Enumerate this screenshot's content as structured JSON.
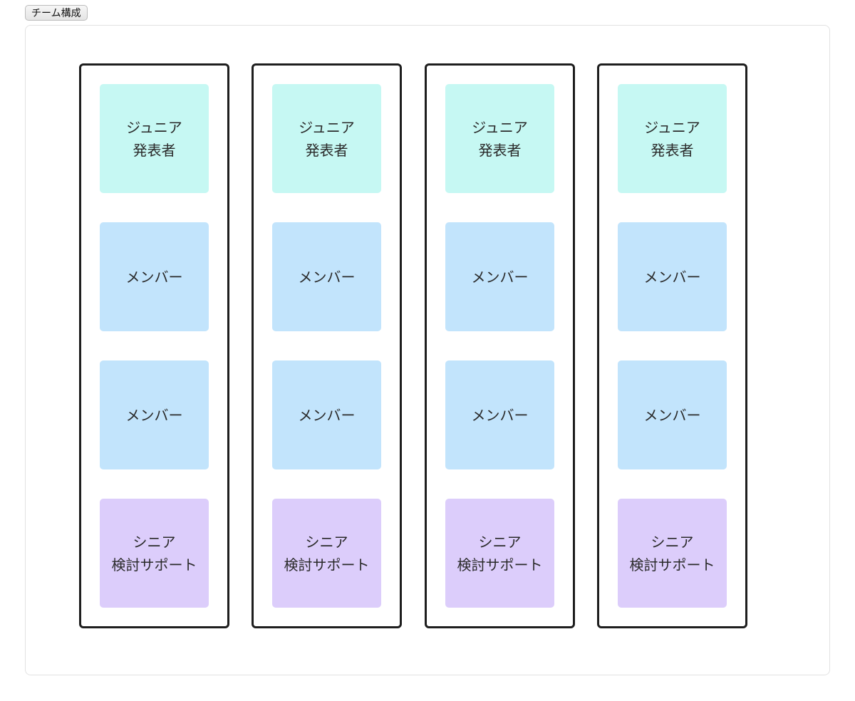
{
  "header": {
    "tab_label": "チーム構成"
  },
  "colors": {
    "junior": "#c6f8f3",
    "member": "#c2e4fc",
    "senior": "#dccdfb",
    "team_border": "#1e1e1e"
  },
  "teams": [
    {
      "cards": [
        {
          "role": "junior",
          "label": "ジュニア\n発表者"
        },
        {
          "role": "member",
          "label": "メンバー"
        },
        {
          "role": "member",
          "label": "メンバー"
        },
        {
          "role": "senior",
          "label": "シニア\n検討サポート"
        }
      ]
    },
    {
      "cards": [
        {
          "role": "junior",
          "label": "ジュニア\n発表者"
        },
        {
          "role": "member",
          "label": "メンバー"
        },
        {
          "role": "member",
          "label": "メンバー"
        },
        {
          "role": "senior",
          "label": "シニア\n検討サポート"
        }
      ]
    },
    {
      "cards": [
        {
          "role": "junior",
          "label": "ジュニア\n発表者"
        },
        {
          "role": "member",
          "label": "メンバー"
        },
        {
          "role": "member",
          "label": "メンバー"
        },
        {
          "role": "senior",
          "label": "シニア\n検討サポート"
        }
      ]
    },
    {
      "cards": [
        {
          "role": "junior",
          "label": "ジュニア\n発表者"
        },
        {
          "role": "member",
          "label": "メンバー"
        },
        {
          "role": "member",
          "label": "メンバー"
        },
        {
          "role": "senior",
          "label": "シニア\n検討サポート"
        }
      ]
    }
  ]
}
